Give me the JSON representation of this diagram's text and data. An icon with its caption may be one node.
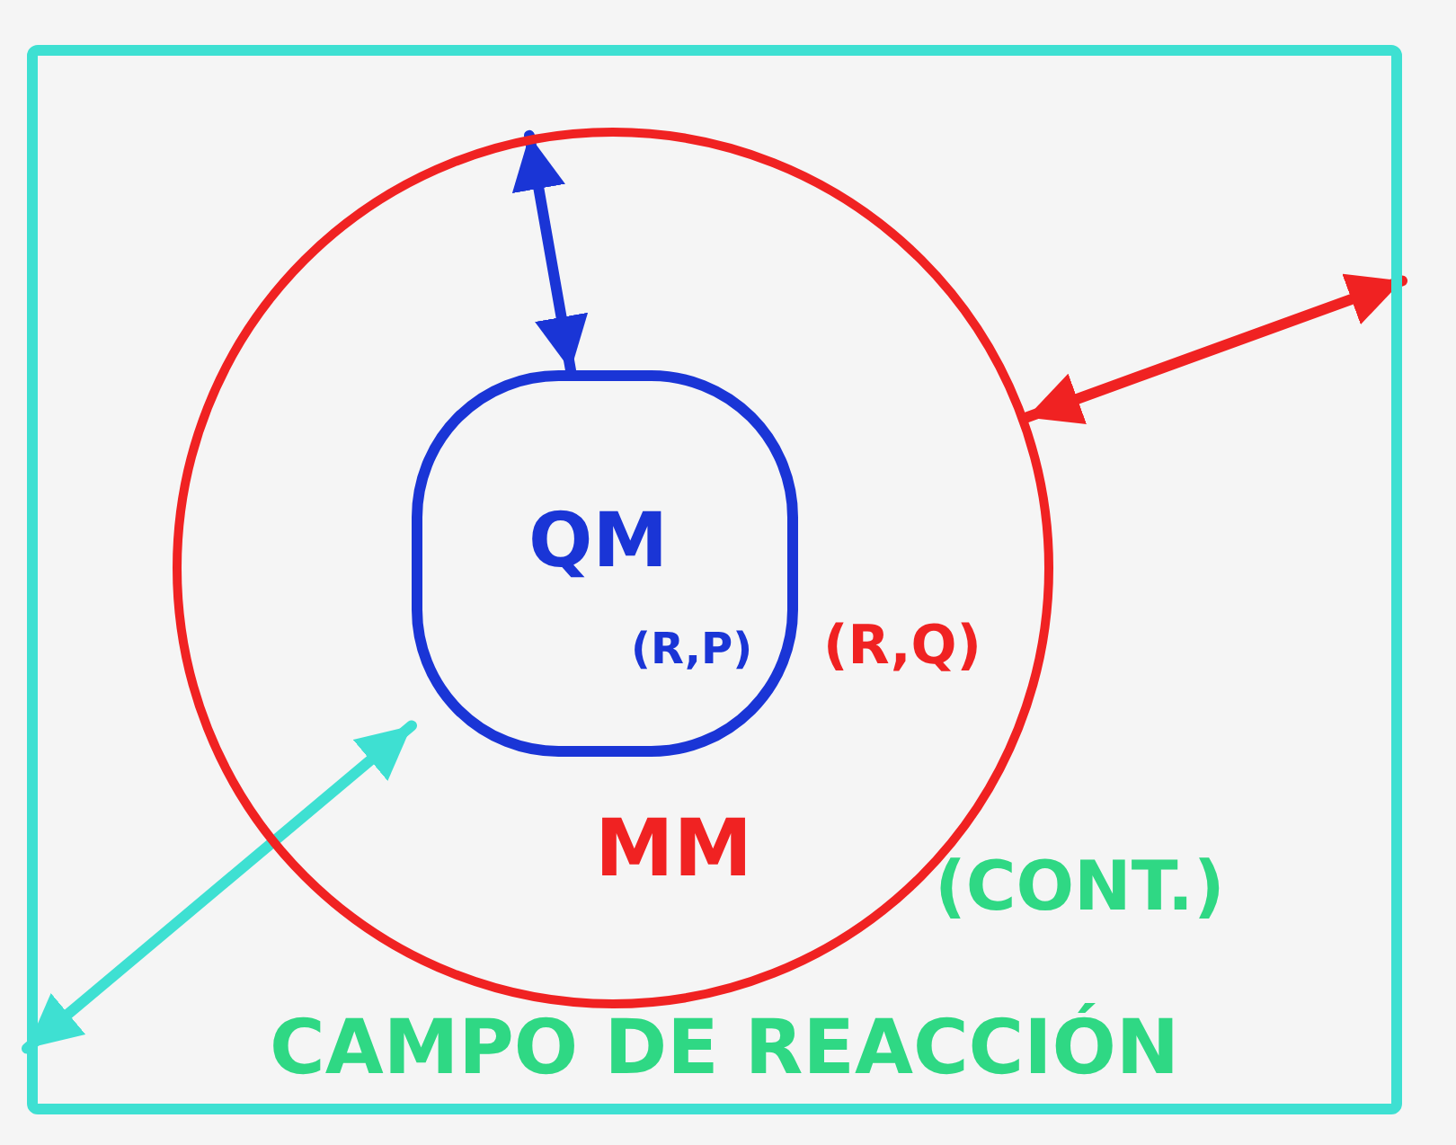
{
  "diagram": {
    "nodes": [
      {
        "text": [
          "(CONT.)",
          "CAMPO DE REACCIÓN"
        ]
      },
      {
        "text": [
          "(R,Q)",
          "MM"
        ],
        "in": 0
      },
      {
        "text": [
          "QM",
          "(R,P)"
        ],
        "in": 1
      }
    ],
    "edges": [
      {
        "from": 2,
        "to": 1,
        "arrow": "both",
        "color": "#1a35d6"
      },
      {
        "from": 1,
        "to": 0,
        "arrow": "both",
        "color": "#f02222"
      },
      {
        "from": 2,
        "to": 0,
        "arrow": "both",
        "color": "#3ee0d2"
      }
    ]
  }
}
